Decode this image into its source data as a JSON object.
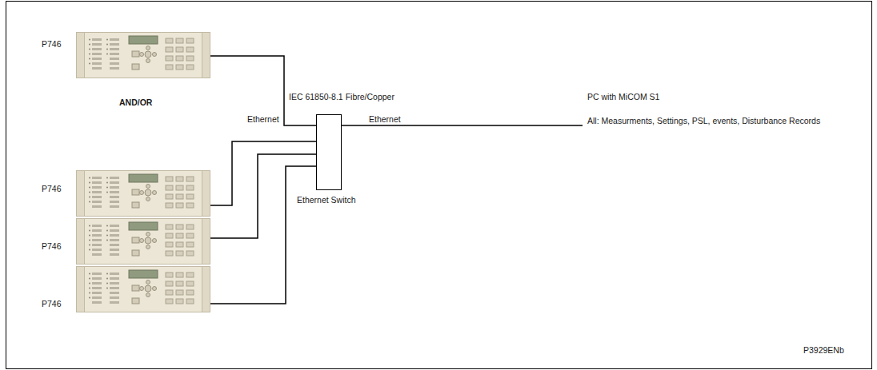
{
  "diagram": {
    "nodes": [
      {
        "text": [
          "P746"
        ]
      },
      {
        "text": [
          "Ethernet Switch"
        ]
      },
      {
        "text": [
          "P746"
        ]
      },
      {
        "text": [
          "P746"
        ]
      },
      {
        "text": [
          "P746"
        ]
      }
    ],
    "edges": [
      {
        "from": 0,
        "to": 1,
        "arrow": "none"
      },
      {
        "from": 2,
        "to": 1,
        "arrow": "none"
      },
      {
        "from": 3,
        "to": 1,
        "arrow": "none"
      },
      {
        "from": 4,
        "to": 1,
        "arrow": "none"
      }
    ],
    "labels": [
      "IEC 61850-8.1 Fibre/Copper",
      "AND/OR",
      "Ethernet",
      "Ethernet",
      "PC with MiCOM S1",
      "All: Measurments, Settings, PSL, events, Disturbance Records",
      "P3929ENb"
    ]
  }
}
